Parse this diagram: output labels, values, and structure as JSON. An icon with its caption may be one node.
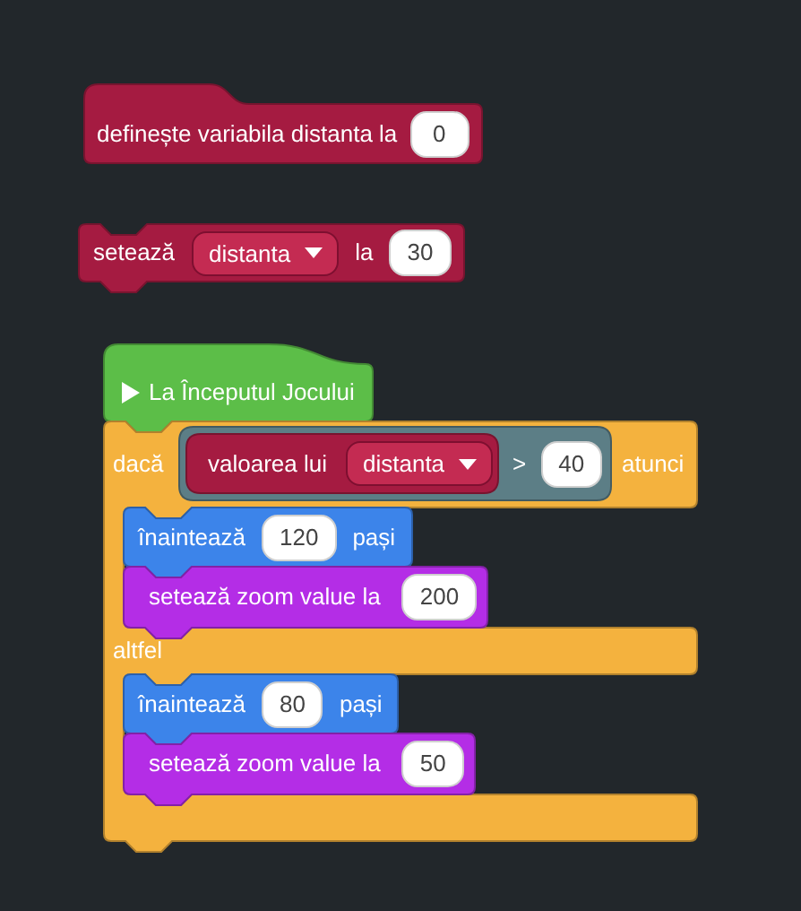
{
  "diagram": {
    "nodes": [
      {
        "text": [
          "definește variabila distanta la"
        ]
      },
      {
        "text": [
          "0"
        ],
        "in": 0
      },
      {
        "text": [
          "setează",
          "la"
        ]
      },
      {
        "text": [
          "distanta"
        ],
        "in": 2
      },
      {
        "text": [
          "30"
        ],
        "in": 2
      },
      {
        "text": [
          "La Începutul Jocului"
        ]
      },
      {
        "text": [
          "dacă",
          "atunci",
          "altfel"
        ]
      },
      {
        "text": [
          ">"
        ],
        "in": 6
      },
      {
        "text": [
          "valoarea lui"
        ],
        "in": 7
      },
      {
        "text": [
          "distanta"
        ],
        "in": 8
      },
      {
        "text": [
          "40"
        ],
        "in": 7
      },
      {
        "text": [
          "înaintează",
          "pași"
        ],
        "in": 6
      },
      {
        "text": [
          "120"
        ],
        "in": 11
      },
      {
        "text": [
          "setează zoom value la"
        ],
        "in": 6
      },
      {
        "text": [
          "200"
        ],
        "in": 13
      },
      {
        "text": [
          "înaintează",
          "pași"
        ],
        "in": 6
      },
      {
        "text": [
          "80"
        ],
        "in": 15
      },
      {
        "text": [
          "setează zoom value la"
        ],
        "in": 6
      },
      {
        "text": [
          "50"
        ],
        "in": 17
      }
    ]
  }
}
